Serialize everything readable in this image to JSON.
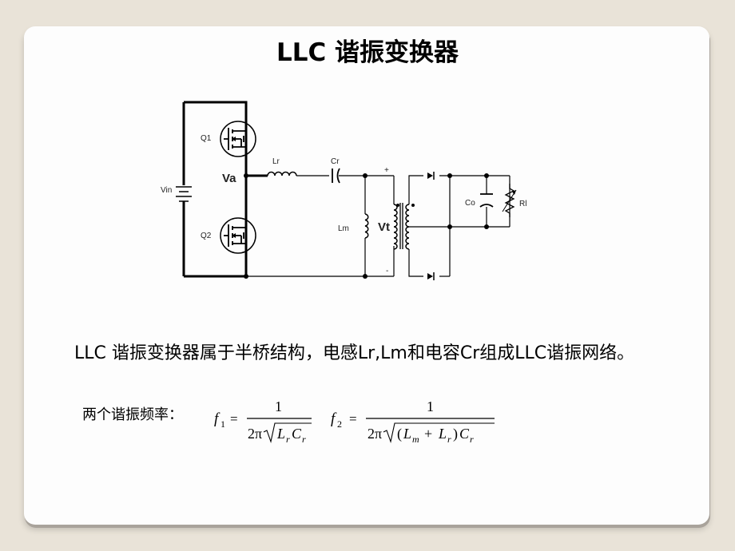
{
  "slide": {
    "title": "LLC 谐振变换器",
    "paragraph": "LLC 谐振变换器属于半桥结构，电感Lr,Lm和电容Cr组成LLC谐振网络。",
    "freq_label": "两个谐振频率："
  },
  "circuit": {
    "labels": {
      "q1": "Q1",
      "q2": "Q2",
      "vin": "Vin",
      "va": "Va",
      "lr": "Lr",
      "cr": "Cr",
      "lm": "Lm",
      "vt": "Vt",
      "co": "Co",
      "rl": "Rl",
      "plus": "+",
      "minus": "-"
    }
  },
  "formulas": {
    "f1": {
      "lhs": "f",
      "sub": "1",
      "eq": "=",
      "numerator": "1",
      "den_prefix": "2π",
      "den_L": "L",
      "den_L_sub": "r",
      "den_C": "C",
      "den_C_sub": "r"
    },
    "f2": {
      "lhs": "f",
      "sub": "2",
      "eq": "=",
      "numerator": "1",
      "den_prefix": "2π",
      "den_open": "(",
      "den_Lm": "L",
      "den_Lm_sub": "m",
      "den_plus": "+",
      "den_Lr": "L",
      "den_Lr_sub": "r",
      "den_close": ")",
      "den_C": "C",
      "den_C_sub": "r"
    }
  }
}
